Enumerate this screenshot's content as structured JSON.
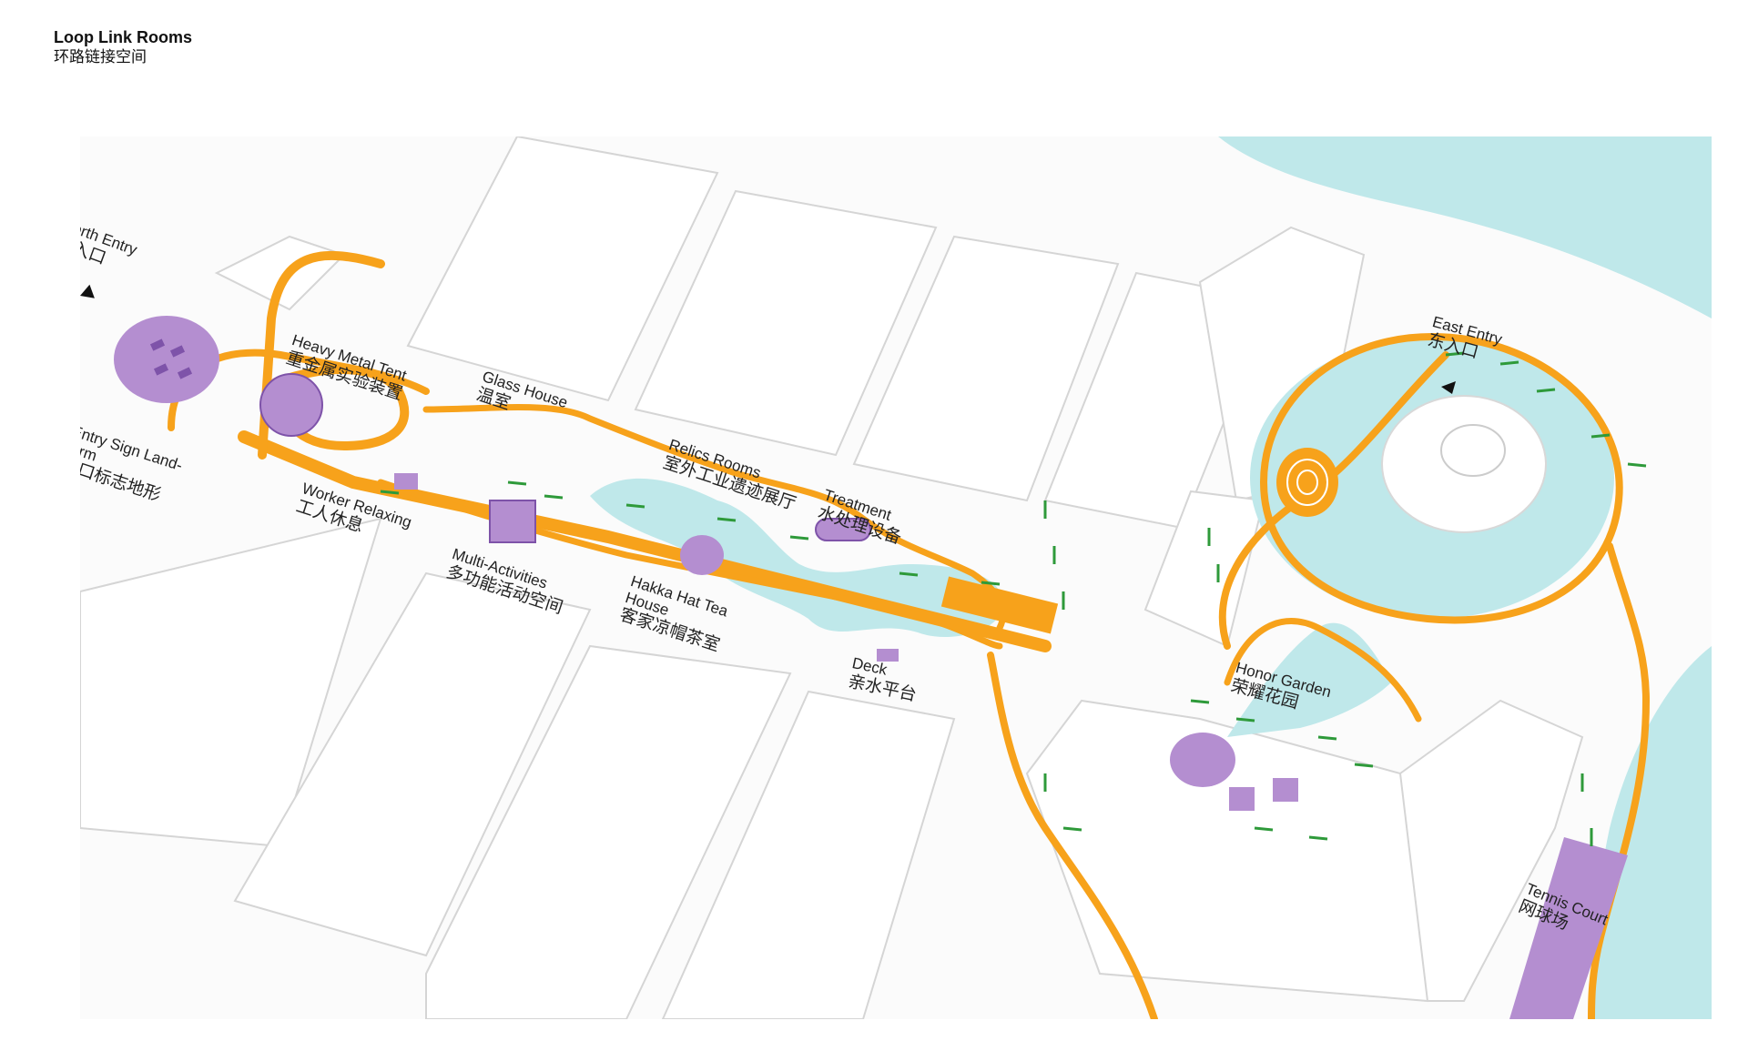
{
  "header": {
    "title": "Loop Link Rooms",
    "subtitle": "环路链接空间"
  },
  "colors": {
    "path": "#f7a21b",
    "water": "#bfe8ea",
    "feature": "#b48ed0",
    "planting": "#2e9a3a",
    "building": "#ffffff",
    "building_edge": "#d8d8d8"
  },
  "labels": {
    "north_entry": {
      "en": "North Entry",
      "zh": "北入口"
    },
    "heavy_metal_tent": {
      "en": "Heavy Metal Tent",
      "zh": "重金属实验装置"
    },
    "glass_house": {
      "en": "Glass House",
      "zh": "温室"
    },
    "entry_sign": {
      "en": "Entry Sign Land-",
      "en2": "form",
      "zh": "入口标志地形"
    },
    "worker_relaxing": {
      "en": "Worker Relaxing",
      "zh": "工人休息"
    },
    "relics_rooms": {
      "en": "Relics Rooms",
      "zh": "室外工业遗迹展厅"
    },
    "treatment": {
      "en": "Treatment",
      "zh": "水处理设备"
    },
    "multi_activities": {
      "en": "Multi-Activities",
      "zh": "多功能活动空间"
    },
    "hakka_tea": {
      "en": "Hakka Hat Tea",
      "en2": "House",
      "zh": "客家凉帽茶室"
    },
    "deck": {
      "en": "Deck",
      "zh": "亲水平台"
    },
    "east_entry": {
      "en": "East Entry",
      "zh": "东入口"
    },
    "honor_garden": {
      "en": "Honor Garden",
      "zh": "荣耀花园"
    },
    "tennis_court": {
      "en": "Tennis Court",
      "zh": "网球场"
    }
  },
  "icons": {
    "entry_marker": "triangle-arrow-icon"
  }
}
